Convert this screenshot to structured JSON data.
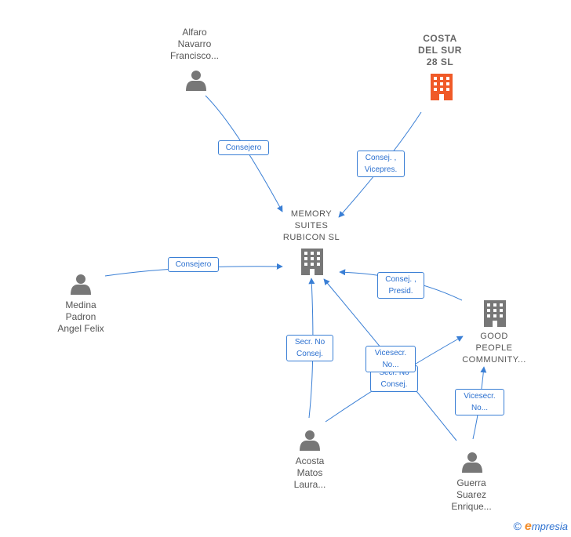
{
  "nodes": {
    "alfaro": {
      "label": "Alfaro\nNavarro\nFrancisco...",
      "icon": "person-icon"
    },
    "costa": {
      "label": "COSTA\nDEL SUR\n28 SL",
      "icon": "building-icon",
      "color": "#f05a28"
    },
    "memory": {
      "label": "MEMORY\nSUITES\nRUBICON SL",
      "icon": "building-icon"
    },
    "medina": {
      "label": "Medina\nPadron\nAngel Felix",
      "icon": "person-icon"
    },
    "good": {
      "label": "GOOD\nPEOPLE\nCOMMUNITY...",
      "icon": "building-icon"
    },
    "acosta": {
      "label": "Acosta\nMatos\nLaura...",
      "icon": "person-icon"
    },
    "guerra": {
      "label": "Guerra\nSuarez\nEnrique...",
      "icon": "person-icon"
    }
  },
  "edges": {
    "alfaro_memory": "Consejero",
    "costa_memory": "Consej. ,\nVicepres.",
    "medina_memory": "Consejero",
    "good_memory": "Consej. ,\nPresid.",
    "acosta_memory": "Secr. No\nConsej.",
    "acosta_good": "Secr. No\nConsej.",
    "guerra_memory": "Vicesecr.\nNo...",
    "guerra_good": "Vicesecr.\nNo..."
  },
  "colors": {
    "edge": "#3a7fd5",
    "node_gray": "#777777",
    "focus": "#f05a28"
  },
  "footer": {
    "copyright": "©",
    "brand_e": "e",
    "brand_rest": "mpresia"
  }
}
